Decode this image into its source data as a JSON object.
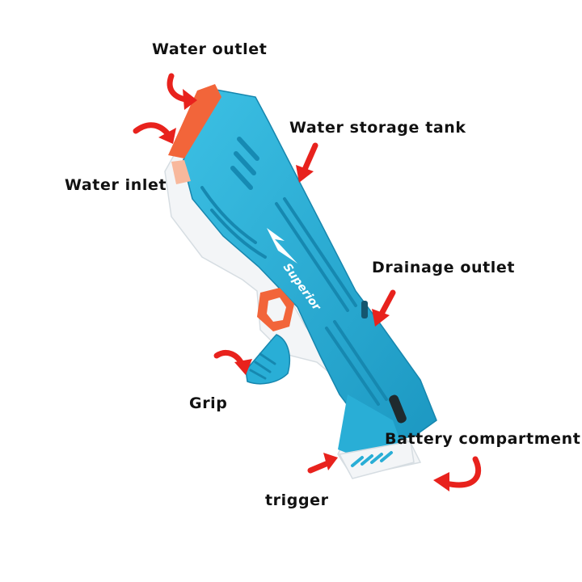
{
  "product": {
    "brand_text": "Superior",
    "colors": {
      "body_blue": "#29aed6",
      "body_dark": "#1790b8",
      "shell_white": "#f3f5f7",
      "accent_orange": "#f2653a",
      "arrow_red": "#e8221d"
    }
  },
  "labels": {
    "water_outlet": "Water outlet",
    "water_storage_tank": "Water storage tank",
    "water_inlet": "Water inlet",
    "drainage_outlet": "Drainage outlet",
    "grip": "Grip",
    "battery_compartment": "Battery compartment",
    "trigger": "trigger"
  },
  "icons": {
    "callout_arrow": "curved-red-arrow-icon"
  }
}
